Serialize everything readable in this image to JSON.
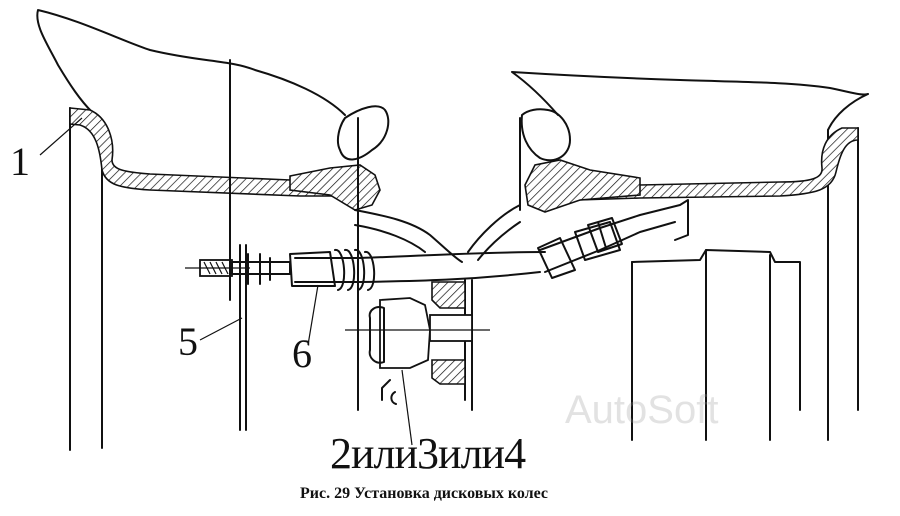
{
  "callouts": {
    "rim_label": "1",
    "hub_label": "5",
    "valve_label": "6",
    "fastener_label": "2или3или4"
  },
  "caption": "Рис. 29 Установка дисковых колес",
  "watermark": "AutoSoft"
}
